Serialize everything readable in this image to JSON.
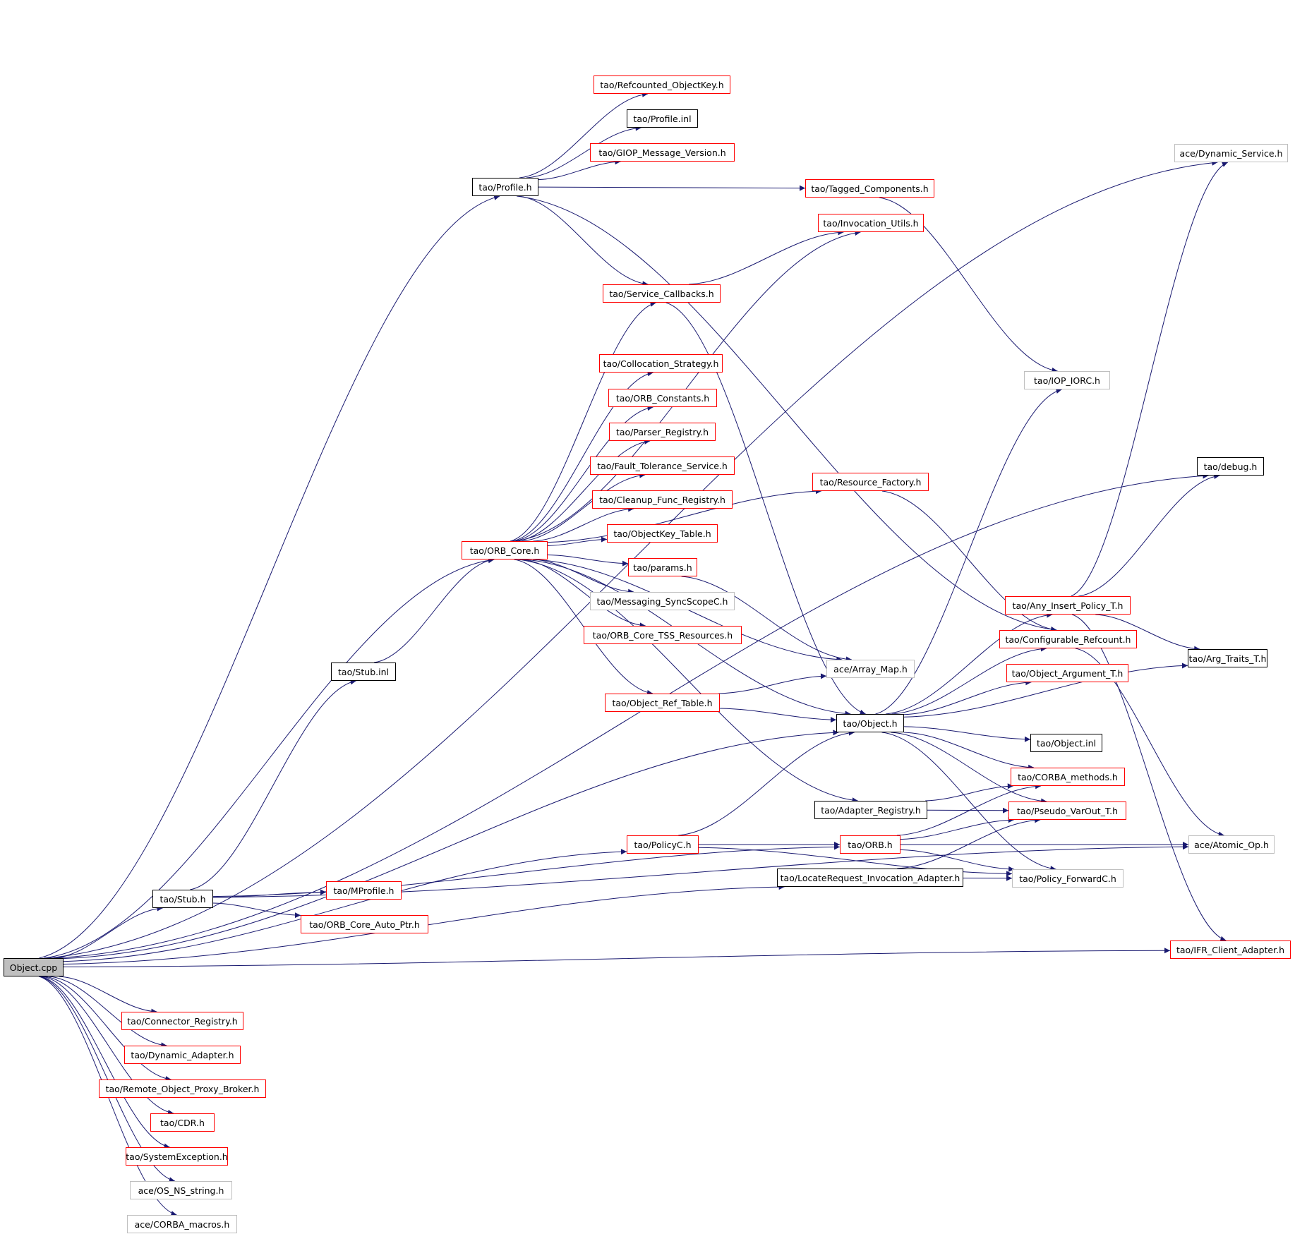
{
  "graph": {
    "colors": {
      "edge": "#191970",
      "root_fill": "#bfbfbf",
      "boxed_red": "#ff0000",
      "boxed_black": "#000000",
      "boxed_grey": "#bfbfbf"
    },
    "nodes": [
      {
        "id": "object_cpp",
        "label": "Object.cpp",
        "kind": "root"
      },
      {
        "id": "refcounted_objectkey",
        "label": "tao/Refcounted_ObjectKey.h",
        "kind": "red"
      },
      {
        "id": "profile_inl",
        "label": "tao/Profile.inl",
        "kind": "black"
      },
      {
        "id": "giop_message_version",
        "label": "tao/GIOP_Message_Version.h",
        "kind": "red"
      },
      {
        "id": "profile_h",
        "label": "tao/Profile.h",
        "kind": "black"
      },
      {
        "id": "tagged_components",
        "label": "tao/Tagged_Components.h",
        "kind": "red"
      },
      {
        "id": "invocation_utils",
        "label": "tao/Invocation_Utils.h",
        "kind": "red"
      },
      {
        "id": "service_callbacks",
        "label": "tao/Service_Callbacks.h",
        "kind": "red"
      },
      {
        "id": "collocation_strategy",
        "label": "tao/Collocation_Strategy.h",
        "kind": "red"
      },
      {
        "id": "orb_constants",
        "label": "tao/ORB_Constants.h",
        "kind": "red"
      },
      {
        "id": "parser_registry",
        "label": "tao/Parser_Registry.h",
        "kind": "red"
      },
      {
        "id": "fault_tolerance_service",
        "label": "tao/Fault_Tolerance_Service.h",
        "kind": "red"
      },
      {
        "id": "cleanup_func_registry",
        "label": "tao/Cleanup_Func_Registry.h",
        "kind": "red"
      },
      {
        "id": "objectkey_table",
        "label": "tao/ObjectKey_Table.h",
        "kind": "red"
      },
      {
        "id": "orb_core",
        "label": "tao/ORB_Core.h",
        "kind": "red"
      },
      {
        "id": "params",
        "label": "tao/params.h",
        "kind": "red"
      },
      {
        "id": "messaging_syncscopec",
        "label": "tao/Messaging_SyncScopeC.h",
        "kind": "grey"
      },
      {
        "id": "orb_core_tss_resources",
        "label": "tao/ORB_Core_TSS_Resources.h",
        "kind": "red"
      },
      {
        "id": "array_map",
        "label": "ace/Array_Map.h",
        "kind": "grey"
      },
      {
        "id": "object_ref_table",
        "label": "tao/Object_Ref_Table.h",
        "kind": "red"
      },
      {
        "id": "object_h",
        "label": "tao/Object.h",
        "kind": "black"
      },
      {
        "id": "stub_inl",
        "label": "tao/Stub.inl",
        "kind": "black"
      },
      {
        "id": "adapter_registry",
        "label": "tao/Adapter_Registry.h",
        "kind": "black"
      },
      {
        "id": "policyc",
        "label": "tao/PolicyC.h",
        "kind": "red"
      },
      {
        "id": "orb_h",
        "label": "tao/ORB.h",
        "kind": "red"
      },
      {
        "id": "locaterequest",
        "label": "tao/LocateRequest_Invocation_Adapter.h",
        "kind": "black"
      },
      {
        "id": "stub_h",
        "label": "tao/Stub.h",
        "kind": "black"
      },
      {
        "id": "mprofile",
        "label": "tao/MProfile.h",
        "kind": "red"
      },
      {
        "id": "orb_core_auto_ptr",
        "label": "tao/ORB_Core_Auto_Ptr.h",
        "kind": "red"
      },
      {
        "id": "connector_registry",
        "label": "tao/Connector_Registry.h",
        "kind": "red"
      },
      {
        "id": "dynamic_adapter",
        "label": "tao/Dynamic_Adapter.h",
        "kind": "red"
      },
      {
        "id": "remote_object_proxy_broker",
        "label": "tao/Remote_Object_Proxy_Broker.h",
        "kind": "red"
      },
      {
        "id": "cdr",
        "label": "tao/CDR.h",
        "kind": "red"
      },
      {
        "id": "systemexception",
        "label": "tao/SystemException.h",
        "kind": "red"
      },
      {
        "id": "os_ns_string",
        "label": "ace/OS_NS_string.h",
        "kind": "grey"
      },
      {
        "id": "corba_macros",
        "label": "ace/CORBA_macros.h",
        "kind": "grey"
      },
      {
        "id": "resource_factory",
        "label": "tao/Resource_Factory.h",
        "kind": "red"
      },
      {
        "id": "iop_iorc",
        "label": "tao/IOP_IORC.h",
        "kind": "grey"
      },
      {
        "id": "dynamic_service",
        "label": "ace/Dynamic_Service.h",
        "kind": "grey"
      },
      {
        "id": "debug_h",
        "label": "tao/debug.h",
        "kind": "black"
      },
      {
        "id": "any_insert_policy",
        "label": "tao/Any_Insert_Policy_T.h",
        "kind": "red"
      },
      {
        "id": "configurable_refcount",
        "label": "tao/Configurable_Refcount.h",
        "kind": "red"
      },
      {
        "id": "object_argument_t",
        "label": "tao/Object_Argument_T.h",
        "kind": "red"
      },
      {
        "id": "arg_traits_t",
        "label": "tao/Arg_Traits_T.h",
        "kind": "black"
      },
      {
        "id": "object_inl",
        "label": "tao/Object.inl",
        "kind": "black"
      },
      {
        "id": "corba_methods",
        "label": "tao/CORBA_methods.h",
        "kind": "red"
      },
      {
        "id": "pseudo_varout",
        "label": "tao/Pseudo_VarOut_T.h",
        "kind": "red"
      },
      {
        "id": "atomic_op",
        "label": "ace/Atomic_Op.h",
        "kind": "grey"
      },
      {
        "id": "policy_forwardc",
        "label": "tao/Policy_ForwardC.h",
        "kind": "grey"
      },
      {
        "id": "ifr_client_adapter",
        "label": "tao/IFR_Client_Adapter.h",
        "kind": "red"
      }
    ],
    "edges": [
      [
        "object_cpp",
        "dynamic_service"
      ],
      [
        "object_cpp",
        "debug_h"
      ],
      [
        "object_cpp",
        "profile_h"
      ],
      [
        "object_cpp",
        "orb_core"
      ],
      [
        "object_cpp",
        "object_h"
      ],
      [
        "object_cpp",
        "policyc"
      ],
      [
        "object_cpp",
        "stub_h"
      ],
      [
        "object_cpp",
        "locaterequest"
      ],
      [
        "object_cpp",
        "ifr_client_adapter"
      ],
      [
        "object_cpp",
        "connector_registry"
      ],
      [
        "object_cpp",
        "dynamic_adapter"
      ],
      [
        "object_cpp",
        "remote_object_proxy_broker"
      ],
      [
        "object_cpp",
        "cdr"
      ],
      [
        "object_cpp",
        "systemexception"
      ],
      [
        "object_cpp",
        "os_ns_string"
      ],
      [
        "object_cpp",
        "corba_macros"
      ],
      [
        "profile_h",
        "refcounted_objectkey"
      ],
      [
        "profile_h",
        "profile_inl"
      ],
      [
        "profile_h",
        "giop_message_version"
      ],
      [
        "profile_h",
        "tagged_components"
      ],
      [
        "profile_h",
        "service_callbacks"
      ],
      [
        "profile_h",
        "configurable_refcount"
      ],
      [
        "tagged_components",
        "iop_iorc"
      ],
      [
        "service_callbacks",
        "invocation_utils"
      ],
      [
        "service_callbacks",
        "object_h"
      ],
      [
        "orb_core",
        "invocation_utils"
      ],
      [
        "orb_core",
        "service_callbacks"
      ],
      [
        "orb_core",
        "collocation_strategy"
      ],
      [
        "orb_core",
        "orb_constants"
      ],
      [
        "orb_core",
        "parser_registry"
      ],
      [
        "orb_core",
        "fault_tolerance_service"
      ],
      [
        "orb_core",
        "cleanup_func_registry"
      ],
      [
        "orb_core",
        "objectkey_table"
      ],
      [
        "orb_core",
        "params"
      ],
      [
        "orb_core",
        "messaging_syncscopec"
      ],
      [
        "orb_core",
        "orb_core_tss_resources"
      ],
      [
        "orb_core",
        "array_map"
      ],
      [
        "orb_core",
        "object_ref_table"
      ],
      [
        "orb_core",
        "object_h"
      ],
      [
        "orb_core",
        "resource_factory"
      ],
      [
        "orb_core",
        "adapter_registry"
      ],
      [
        "params",
        "array_map"
      ],
      [
        "object_ref_table",
        "array_map"
      ],
      [
        "object_ref_table",
        "object_h"
      ],
      [
        "resource_factory",
        "configurable_refcount"
      ],
      [
        "stub_inl",
        "orb_core"
      ],
      [
        "stub_h",
        "stub_inl"
      ],
      [
        "stub_h",
        "mprofile"
      ],
      [
        "stub_h",
        "orb_core_auto_ptr"
      ],
      [
        "stub_h",
        "orb_h"
      ],
      [
        "stub_h",
        "atomic_op"
      ],
      [
        "policyc",
        "object_h"
      ],
      [
        "policyc",
        "orb_h"
      ],
      [
        "policyc",
        "policy_forwardc"
      ],
      [
        "orb_h",
        "corba_methods"
      ],
      [
        "orb_h",
        "pseudo_varout"
      ],
      [
        "orb_h",
        "atomic_op"
      ],
      [
        "orb_h",
        "policy_forwardc"
      ],
      [
        "adapter_registry",
        "corba_methods"
      ],
      [
        "adapter_registry",
        "pseudo_varout"
      ],
      [
        "locaterequest",
        "policy_forwardc"
      ],
      [
        "locaterequest",
        "pseudo_varout"
      ],
      [
        "object_h",
        "iop_iorc"
      ],
      [
        "object_h",
        "any_insert_policy"
      ],
      [
        "object_h",
        "configurable_refcount"
      ],
      [
        "object_h",
        "object_argument_t"
      ],
      [
        "object_h",
        "arg_traits_t"
      ],
      [
        "object_h",
        "object_inl"
      ],
      [
        "object_h",
        "corba_methods"
      ],
      [
        "object_h",
        "pseudo_varout"
      ],
      [
        "object_h",
        "policy_forwardc"
      ],
      [
        "any_insert_policy",
        "dynamic_service"
      ],
      [
        "any_insert_policy",
        "debug_h"
      ],
      [
        "any_insert_policy",
        "arg_traits_t"
      ],
      [
        "any_insert_policy",
        "ifr_client_adapter"
      ],
      [
        "configurable_refcount",
        "atomic_op"
      ]
    ]
  }
}
